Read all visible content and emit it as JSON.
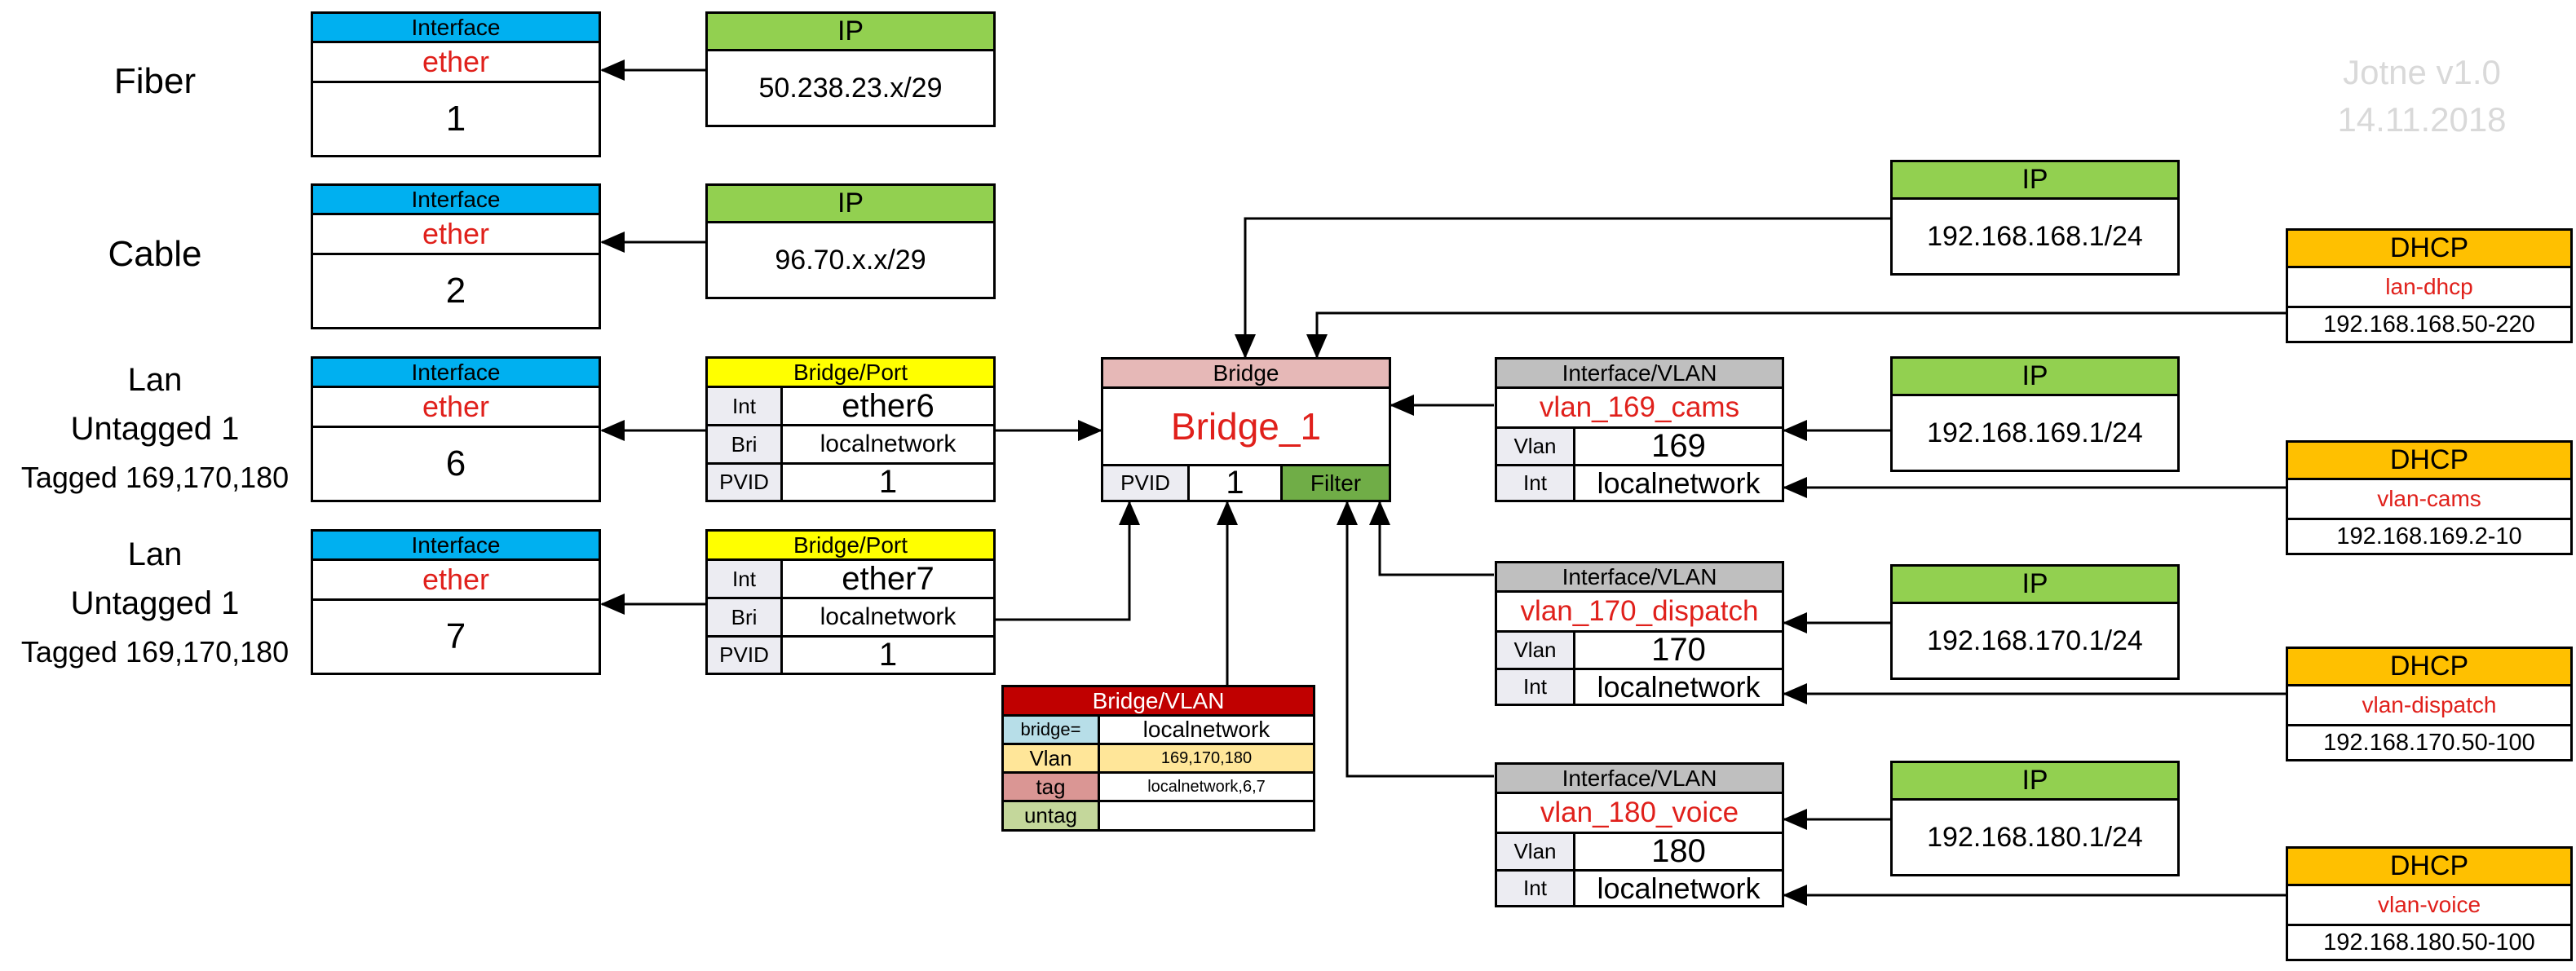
{
  "version": {
    "line1": "Jotne  v1.0",
    "line2": "14.11.2018"
  },
  "colors": {
    "interface_header": "#00b0f0",
    "ip_header": "#92d050",
    "bridge_port_header": "#ffff00",
    "bridge_header": "#e6b8b7",
    "filter_cell": "#70ad47",
    "vlan_header": "#bfbfbf",
    "dhcp_header": "#ffc000",
    "bridge_vlan_header": "#c00000",
    "name_text": "#e0201b"
  },
  "side_labels": {
    "fiber": "Fiber",
    "cable": "Cable",
    "lan6": {
      "line1": "Lan",
      "line2": "Untagged 1",
      "line3": "Tagged 169,170,180"
    },
    "lan7": {
      "line1": "Lan",
      "line2": "Untagged 1",
      "line3": "Tagged 169,170,180"
    }
  },
  "interfaces": [
    {
      "header": "Interface",
      "name": "ether",
      "number": "1"
    },
    {
      "header": "Interface",
      "name": "ether",
      "number": "2"
    },
    {
      "header": "Interface",
      "name": "ether",
      "number": "6"
    },
    {
      "header": "Interface",
      "name": "ether",
      "number": "7"
    }
  ],
  "wan_ips": [
    {
      "header": "IP",
      "address": "50.238.23.x/29"
    },
    {
      "header": "IP",
      "address": "96.70.x.x/29"
    }
  ],
  "bridge_ports": [
    {
      "header": "Bridge/Port",
      "int_label": "Int",
      "int_value": "ether6",
      "bri_label": "Bri",
      "bri_value": "localnetwork",
      "pvid_label": "PVID",
      "pvid_value": "1"
    },
    {
      "header": "Bridge/Port",
      "int_label": "Int",
      "int_value": "ether7",
      "bri_label": "Bri",
      "bri_value": "localnetwork",
      "pvid_label": "PVID",
      "pvid_value": "1"
    }
  ],
  "bridge": {
    "header": "Bridge",
    "name": "Bridge_1",
    "pvid_label": "PVID",
    "pvid_value": "1",
    "filter": "Filter"
  },
  "bridge_vlan": {
    "header": "Bridge/VLAN",
    "rows": [
      {
        "label": "bridge=",
        "value": "localnetwork",
        "label_color": "#b7dee8"
      },
      {
        "label": "Vlan",
        "value": "169,170,180",
        "label_color": "#ffe699",
        "value_color": "#ffe699"
      },
      {
        "label": "tag",
        "value": "localnetwork,6,7",
        "label_color": "#da9694"
      },
      {
        "label": "untag",
        "value": "",
        "label_color": "#c4d79b"
      }
    ]
  },
  "vlans": [
    {
      "header": "Interface/VLAN",
      "name": "vlan_169_cams",
      "vlan_label": "Vlan",
      "vlan_id": "169",
      "int_label": "Int",
      "int_value": "localnetwork"
    },
    {
      "header": "Interface/VLAN",
      "name": "vlan_170_dispatch",
      "vlan_label": "Vlan",
      "vlan_id": "170",
      "int_label": "Int",
      "int_value": "localnetwork"
    },
    {
      "header": "Interface/VLAN",
      "name": "vlan_180_voice",
      "vlan_label": "Vlan",
      "vlan_id": "180",
      "int_label": "Int",
      "int_value": "localnetwork"
    }
  ],
  "lan_ips": [
    {
      "header": "IP",
      "address": "192.168.168.1/24"
    },
    {
      "header": "IP",
      "address": "192.168.169.1/24"
    },
    {
      "header": "IP",
      "address": "192.168.170.1/24"
    },
    {
      "header": "IP",
      "address": "192.168.180.1/24"
    }
  ],
  "dhcp": [
    {
      "header": "DHCP",
      "name": "lan-dhcp",
      "range": "192.168.168.50-220"
    },
    {
      "header": "DHCP",
      "name": "vlan-cams",
      "range": "192.168.169.2-10"
    },
    {
      "header": "DHCP",
      "name": "vlan-dispatch",
      "range": "192.168.170.50-100"
    },
    {
      "header": "DHCP",
      "name": "vlan-voice",
      "range": "192.168.180.50-100"
    }
  ]
}
